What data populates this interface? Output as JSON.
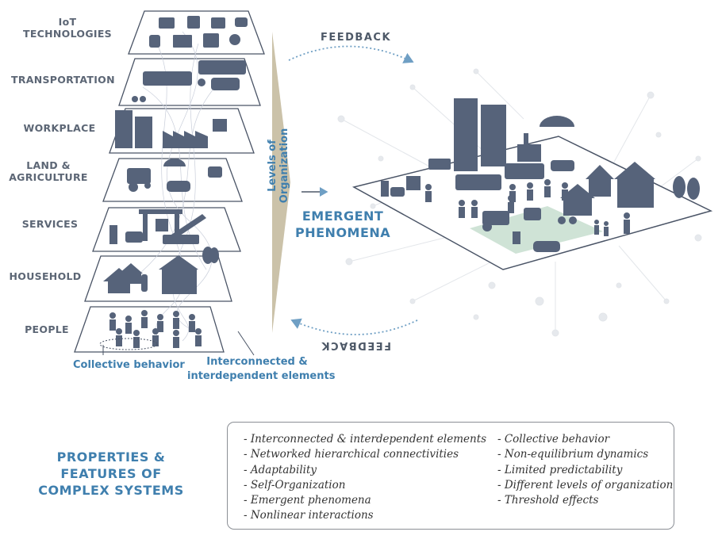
{
  "levels": [
    {
      "id": "iot",
      "label": "IoT\nTECHNOLOGIES"
    },
    {
      "id": "transportation",
      "label": "TRANSPORTATION"
    },
    {
      "id": "workplace",
      "label": "WORKPLACE"
    },
    {
      "id": "land",
      "label": "LAND &\nAGRICULTURE"
    },
    {
      "id": "services",
      "label": "SERVICES"
    },
    {
      "id": "household",
      "label": "HOUSEHOLD"
    },
    {
      "id": "people",
      "label": "PEOPLE"
    }
  ],
  "vertical_label": "Levels of Organization",
  "feedback_top": "FEEDBACK",
  "feedback_bottom": "FEEDBACK",
  "emergent": "EMERGENT\nPHENOMENA",
  "caption_collective": "Collective behavior",
  "caption_interconnected": "Interconnected &\ninterdependent elements",
  "properties_title": "PROPERTIES &\nFEATURES OF\nCOMPLEX SYSTEMS",
  "properties_col1": [
    "- Interconnected & interdependent elements",
    "- Networked hierarchical connectivities",
    "- Adaptability",
    "- Self-Organization",
    "- Emergent phenomena",
    "- Nonlinear interactions"
  ],
  "properties_col2": [
    "- Collective behavior",
    "- Non-equilibrium dynamics",
    "- Limited predictability",
    "- Different levels of organization",
    "- Threshold effects"
  ],
  "colors": {
    "accent_blue": "#3f7fae",
    "slate": "#56637a",
    "label_gray": "#5c6675",
    "arrow_tan": "#c8bfa8",
    "green_patch": "#cfe3d6"
  }
}
